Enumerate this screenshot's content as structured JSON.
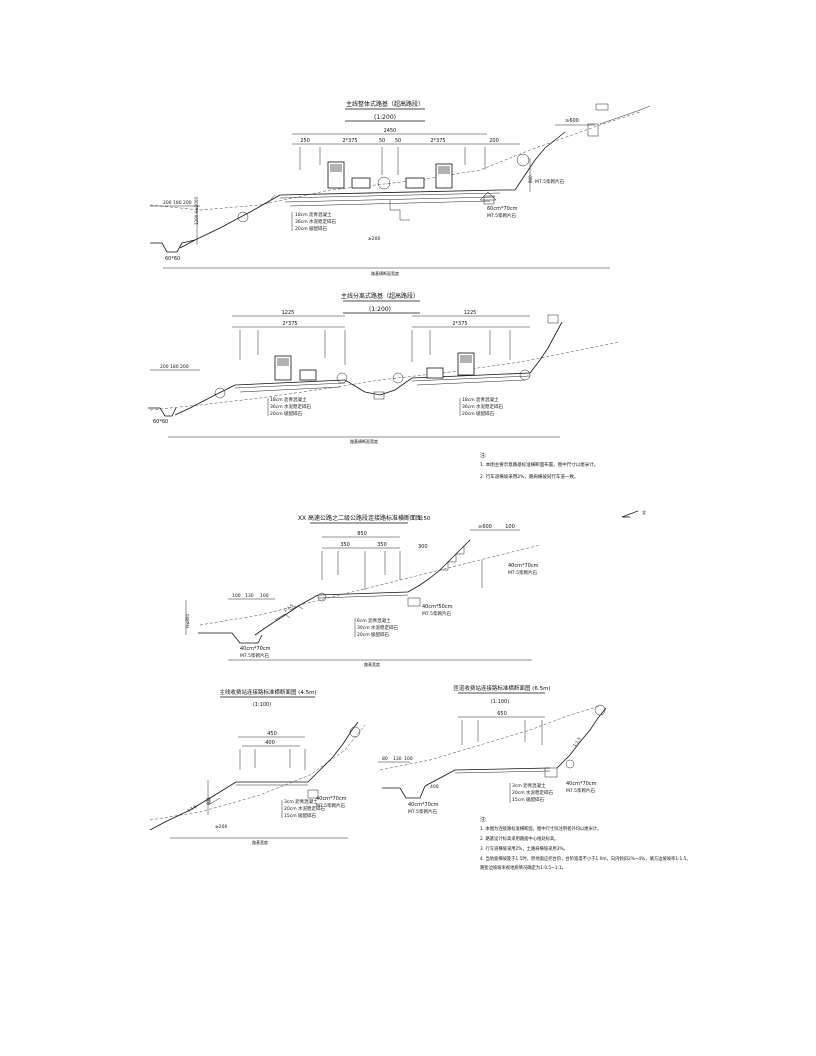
{
  "drawing1": {
    "title": "主线整体式路基（超高路段）",
    "scale": "(1:200)",
    "dims_top": [
      "2450",
      "2*375",
      "2*375",
      "250",
      "200",
      "50",
      "50"
    ],
    "dim_right_top": "≥600",
    "dim_left": "200 180 200",
    "dims_misc": [
      "800",
      "1200 H≤2000",
      "≥200",
      "60*60"
    ],
    "layers": [
      "18cm 沥青混凝土",
      "36cm 水泥稳定碎石",
      "20cm 级配碎石"
    ],
    "ditch": "60cm*70cm",
    "mortar": "M7.5浆砌片石",
    "bottom_label": "路基横断面宽度"
  },
  "drawing2": {
    "title": "主线分离式路基（超高路段）",
    "scale": "(1:200)",
    "dims_top": [
      "1225",
      "2*375",
      "1225",
      "2*375"
    ],
    "dims_misc": [
      "200 180 200",
      "60*60"
    ],
    "layers": [
      "18cm 沥青混凝土",
      "36cm 水泥稳定碎石",
      "20cm 级配碎石"
    ],
    "bottom_label": "路基横断面宽度"
  },
  "notes1": {
    "heading": "注:",
    "items": [
      "1. 本图主要示意路基标准横断面布置，图中尺寸以厘米计。",
      "2. 行车道横坡采用2%，路肩横坡同行车道一致。"
    ]
  },
  "drawing3": {
    "title": "XX 高速公路之二级公路段连接路标准横断面图",
    "scale": "1:50",
    "north_label": "北",
    "dims_top": [
      "850",
      "350",
      "350",
      "≥600",
      "100",
      "300"
    ],
    "dims_left": [
      "100",
      "130",
      "100"
    ],
    "dim_h": "H≤800",
    "layers": [
      "6cm 沥青混凝土",
      "30cm 水泥稳定碎石",
      "20cm 级配碎石"
    ],
    "ditch_right": "40cm*50cm",
    "ditch_bottom": "40cm*70cm",
    "mortar": "M7.5浆砌片石",
    "slope": "1:1.5",
    "bottom_label": "路基宽度"
  },
  "drawing4": {
    "title": "主线收费站连接路标准横断面图 (4.5m)",
    "scale": "(1:100)",
    "dims_top": [
      "450",
      "400"
    ],
    "dims_misc": [
      "800",
      "≥200"
    ],
    "layers": [
      "3cm 沥青混凝土",
      "20cm 水泥稳定碎石",
      "15cm 级配碎石"
    ],
    "ditch": "40cm*70cm",
    "mortar": "M7.5浆砌片石",
    "slope": "1:1.5",
    "bottom_label": "路基宽度"
  },
  "drawing5": {
    "title": "匝道收费站连接路标准横断面图 (6.5m)",
    "scale": "(1:100)",
    "dims_top": [
      "650",
      "80",
      "130",
      "100"
    ],
    "dims_misc": [
      "400"
    ],
    "layers": [
      "3cm 沥青混凝土",
      "20cm 水泥稳定碎石",
      "15cm 级配碎石"
    ],
    "ditch_left": "40cm*70cm",
    "ditch_right": "40cm*70cm",
    "mortar": "M7.5浆砌片石",
    "slope": "1:1.5"
  },
  "notes2": {
    "heading": "注:",
    "items": [
      "1. 本图为连接路标准横断面，图中尺寸除注明者外均以厘米计。",
      "2. 路基设计标高采用路面中心线处标高。",
      "3. 行车道横坡采用2%，土路肩横坡采用3%。",
      "4. 当地面横坡陡于1:5时，原地面应挖台阶，台阶宽度不小于1.0m，向内倾斜2%~4%，填方边坡坡率1:1.5。",
      "    路堑边坡坡率视地质情况确定为1:0.5~1:1。"
    ]
  }
}
